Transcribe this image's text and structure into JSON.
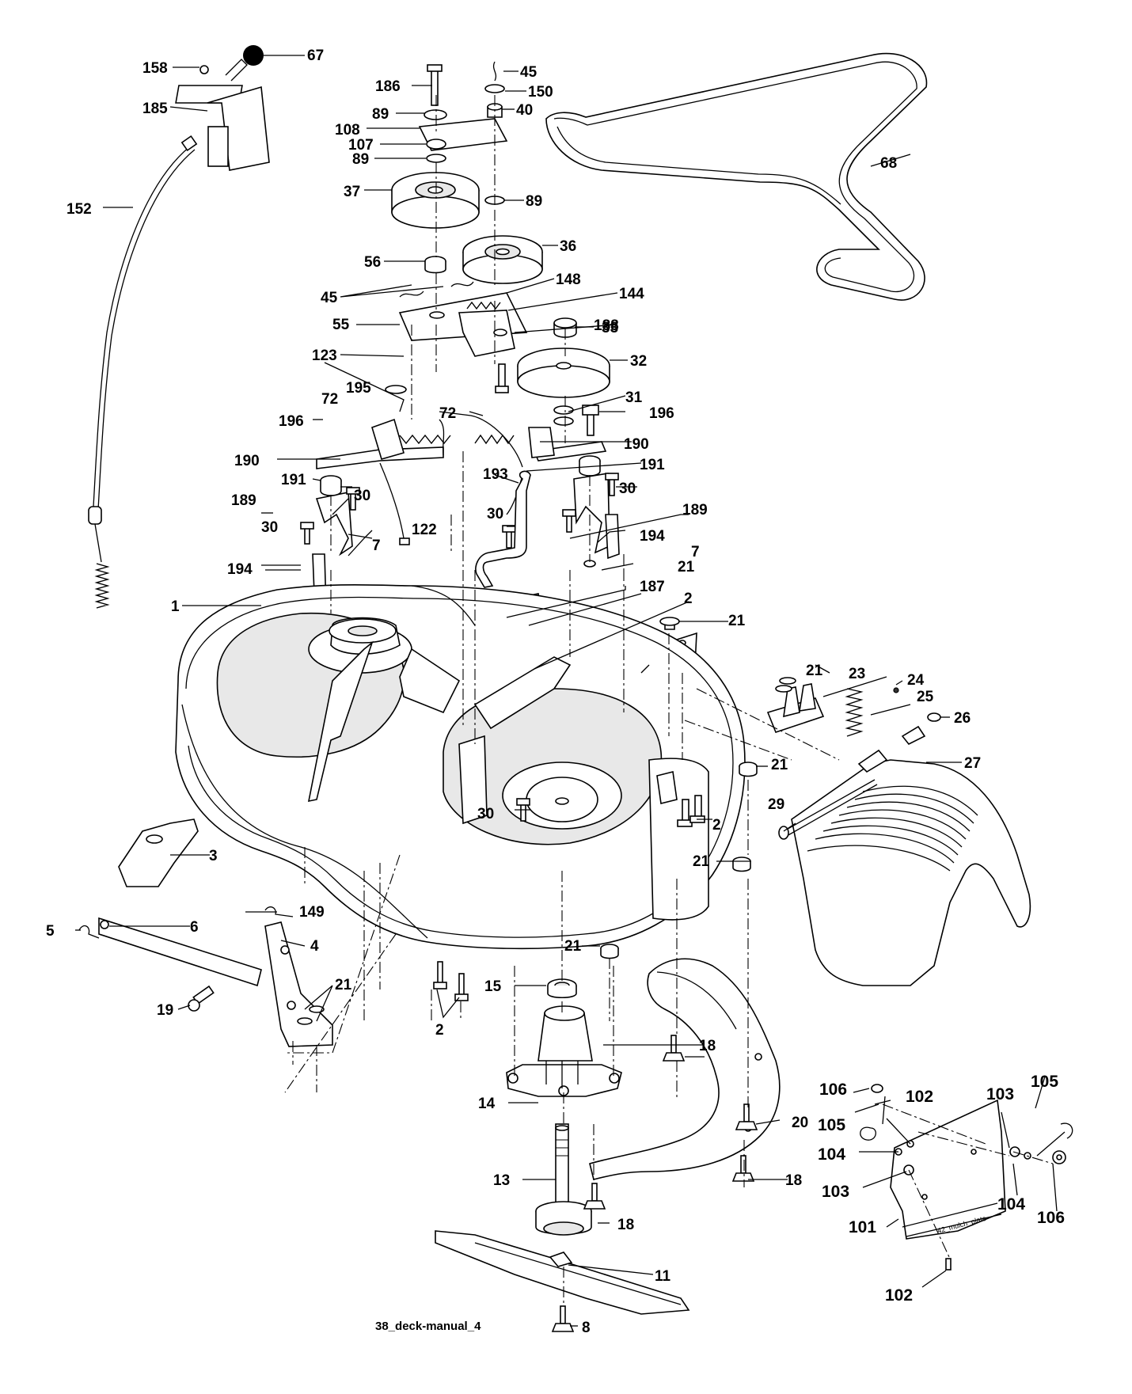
{
  "caption": "38_deck-manual_4",
  "plate_text": "42_mulch_plate",
  "callouts": {
    "c67": "67",
    "c158": "158",
    "c185": "185",
    "c152": "152",
    "c186": "186",
    "c89a": "89",
    "c108": "108",
    "c107": "107",
    "c89b": "89",
    "c37": "37",
    "c56": "56",
    "c45a": "45",
    "c150": "150",
    "c40": "40",
    "c89c": "89",
    "c36": "36",
    "c45b": "45",
    "c55": "55",
    "c148": "148",
    "c144": "144",
    "c188": "188",
    "c33": "33",
    "c32": "32",
    "c123": "123",
    "c195": "195",
    "c31": "31",
    "c196a": "196",
    "c196b": "196",
    "c72a": "72",
    "c72b": "72",
    "c190a": "190",
    "c190b": "190",
    "c191a": "191",
    "c191b": "191",
    "c193": "193",
    "c30a": "30",
    "c30b": "30",
    "c30c": "30",
    "c30d": "30",
    "c30e": "30",
    "c189a": "189",
    "c189b": "189",
    "c122": "122",
    "c194a": "194",
    "c194b": "194",
    "c7a": "7",
    "c7b": "7",
    "c21a": "21",
    "c21b": "21",
    "c21c": "21",
    "c21d": "21",
    "c21e": "21",
    "c21f": "21",
    "c21g": "21",
    "c187": "187",
    "c2a": "2",
    "c2b": "2",
    "c2c": "2",
    "c1": "1",
    "c23": "23",
    "c24": "24",
    "c25": "25",
    "c26": "26",
    "c27": "27",
    "c29": "29",
    "c68": "68",
    "c3": "3",
    "c5": "5",
    "c6": "6",
    "c149": "149",
    "c4": "4",
    "c19": "19",
    "c15": "15",
    "c14": "14",
    "c13": "13",
    "c11": "11",
    "c8": "8",
    "c18a": "18",
    "c18b": "18",
    "c18c": "18",
    "c20": "20",
    "c106a": "106",
    "c106b": "106",
    "c105a": "105",
    "c105b": "105",
    "c102a": "102",
    "c102b": "102",
    "c103a": "103",
    "c103b": "103",
    "c104a": "104",
    "c104b": "104",
    "c101": "101"
  }
}
